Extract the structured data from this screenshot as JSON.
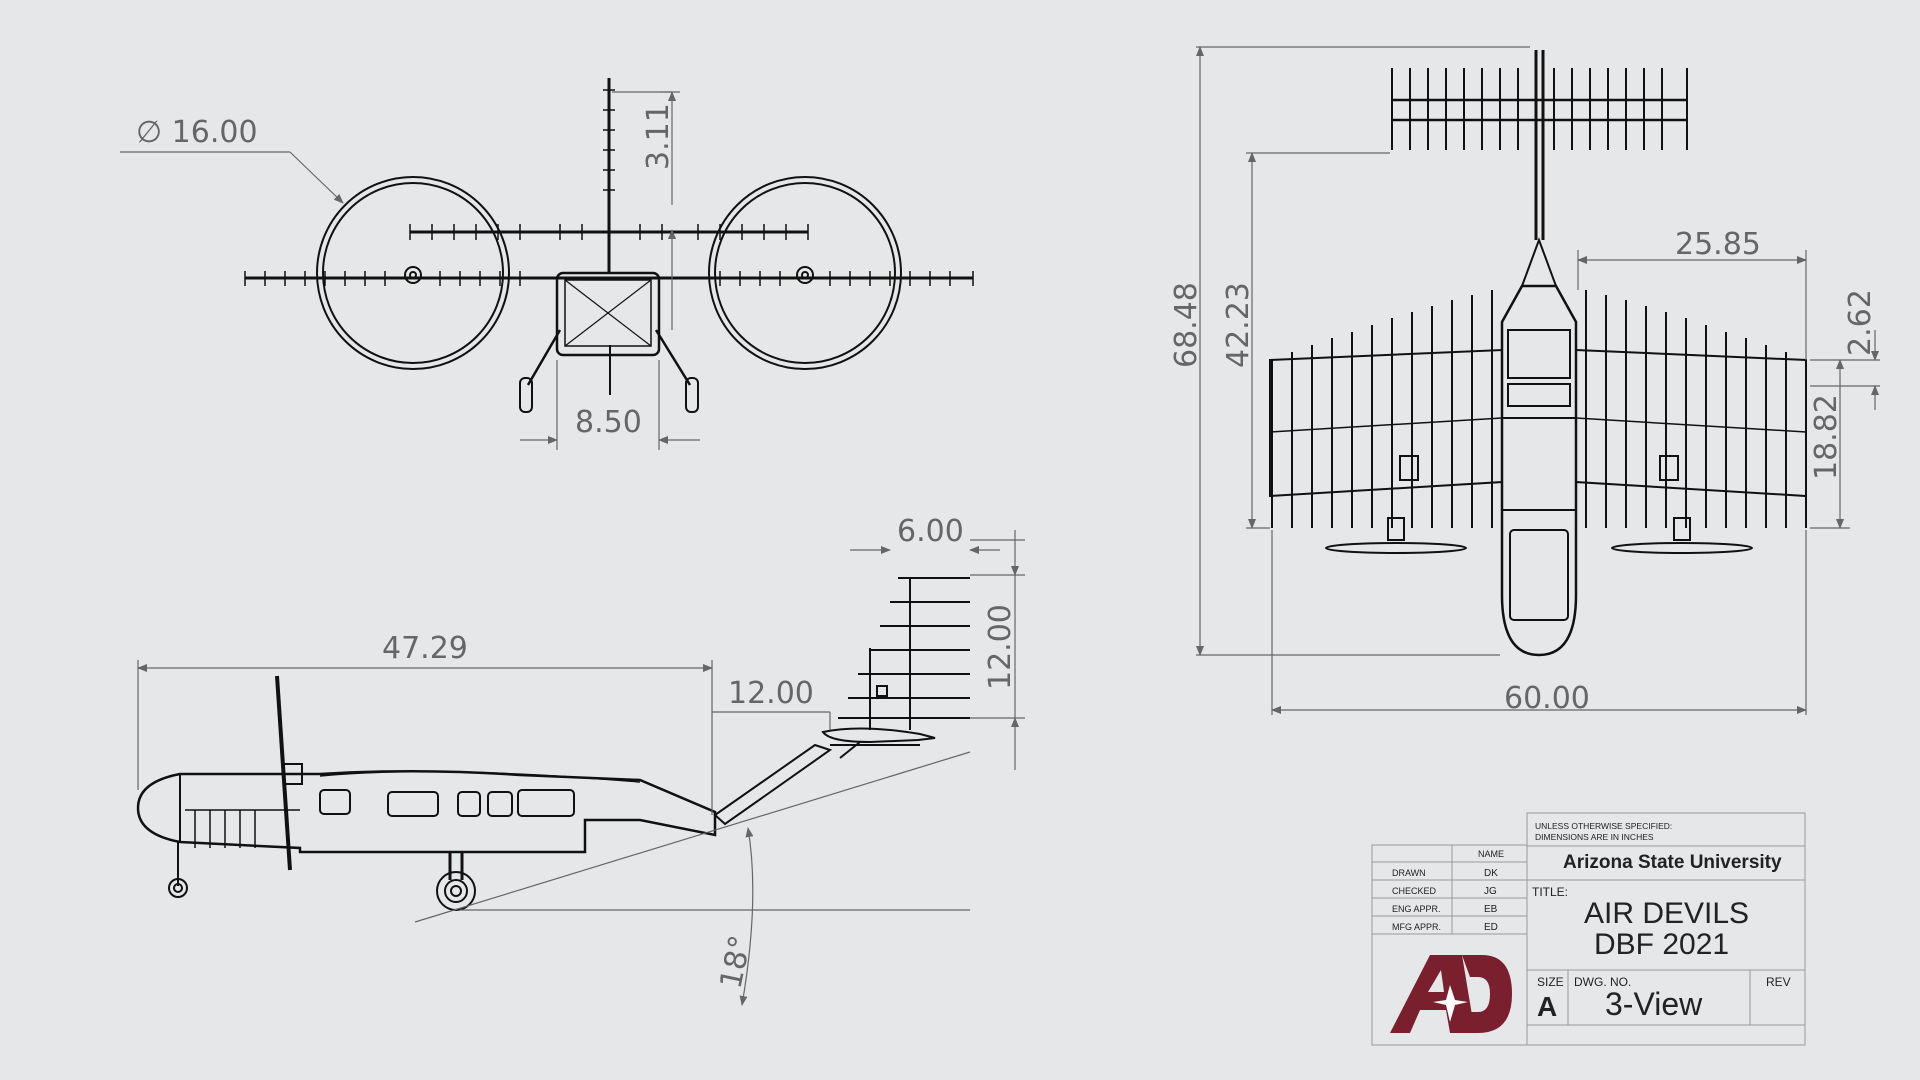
{
  "dimensions": {
    "front_view": {
      "prop_diameter": "∅ 16.00",
      "tail_height": "3.11",
      "gear_track": "8.50"
    },
    "side_view": {
      "length": "47.29",
      "tail_offset": "12.00",
      "fin_width": "6.00",
      "fin_height": "12.00",
      "tailstrike_angle": "18°"
    },
    "top_view": {
      "overall_length": "68.48",
      "nose_to_wing": "42.23",
      "half_span": "25.85",
      "tip_chord": "2.62",
      "root_chord": "18.82",
      "wingspan": "60.00"
    }
  },
  "title_block": {
    "note_line1": "UNLESS OTHERWISE SPECIFIED:",
    "note_line2": "DIMENSIONS ARE IN INCHES",
    "name_header": "NAME",
    "rows": [
      {
        "role": "DRAWN",
        "name": "DK"
      },
      {
        "role": "CHECKED",
        "name": "JG"
      },
      {
        "role": "ENG APPR.",
        "name": "EB"
      },
      {
        "role": "MFG APPR.",
        "name": "ED"
      }
    ],
    "university": "Arizona State University",
    "title_label": "TITLE:",
    "title_line1": "AIR DEVILS",
    "title_line2": "DBF 2021",
    "size_label": "SIZE",
    "size_value": "A",
    "dwg_label": "DWG. NO.",
    "dwg_value": "3-View",
    "rev_label": "REV"
  },
  "colors": {
    "background": "#e6e7e9",
    "linework": "#111111",
    "dimension": "#666666",
    "logo": "#7a1f2e"
  }
}
